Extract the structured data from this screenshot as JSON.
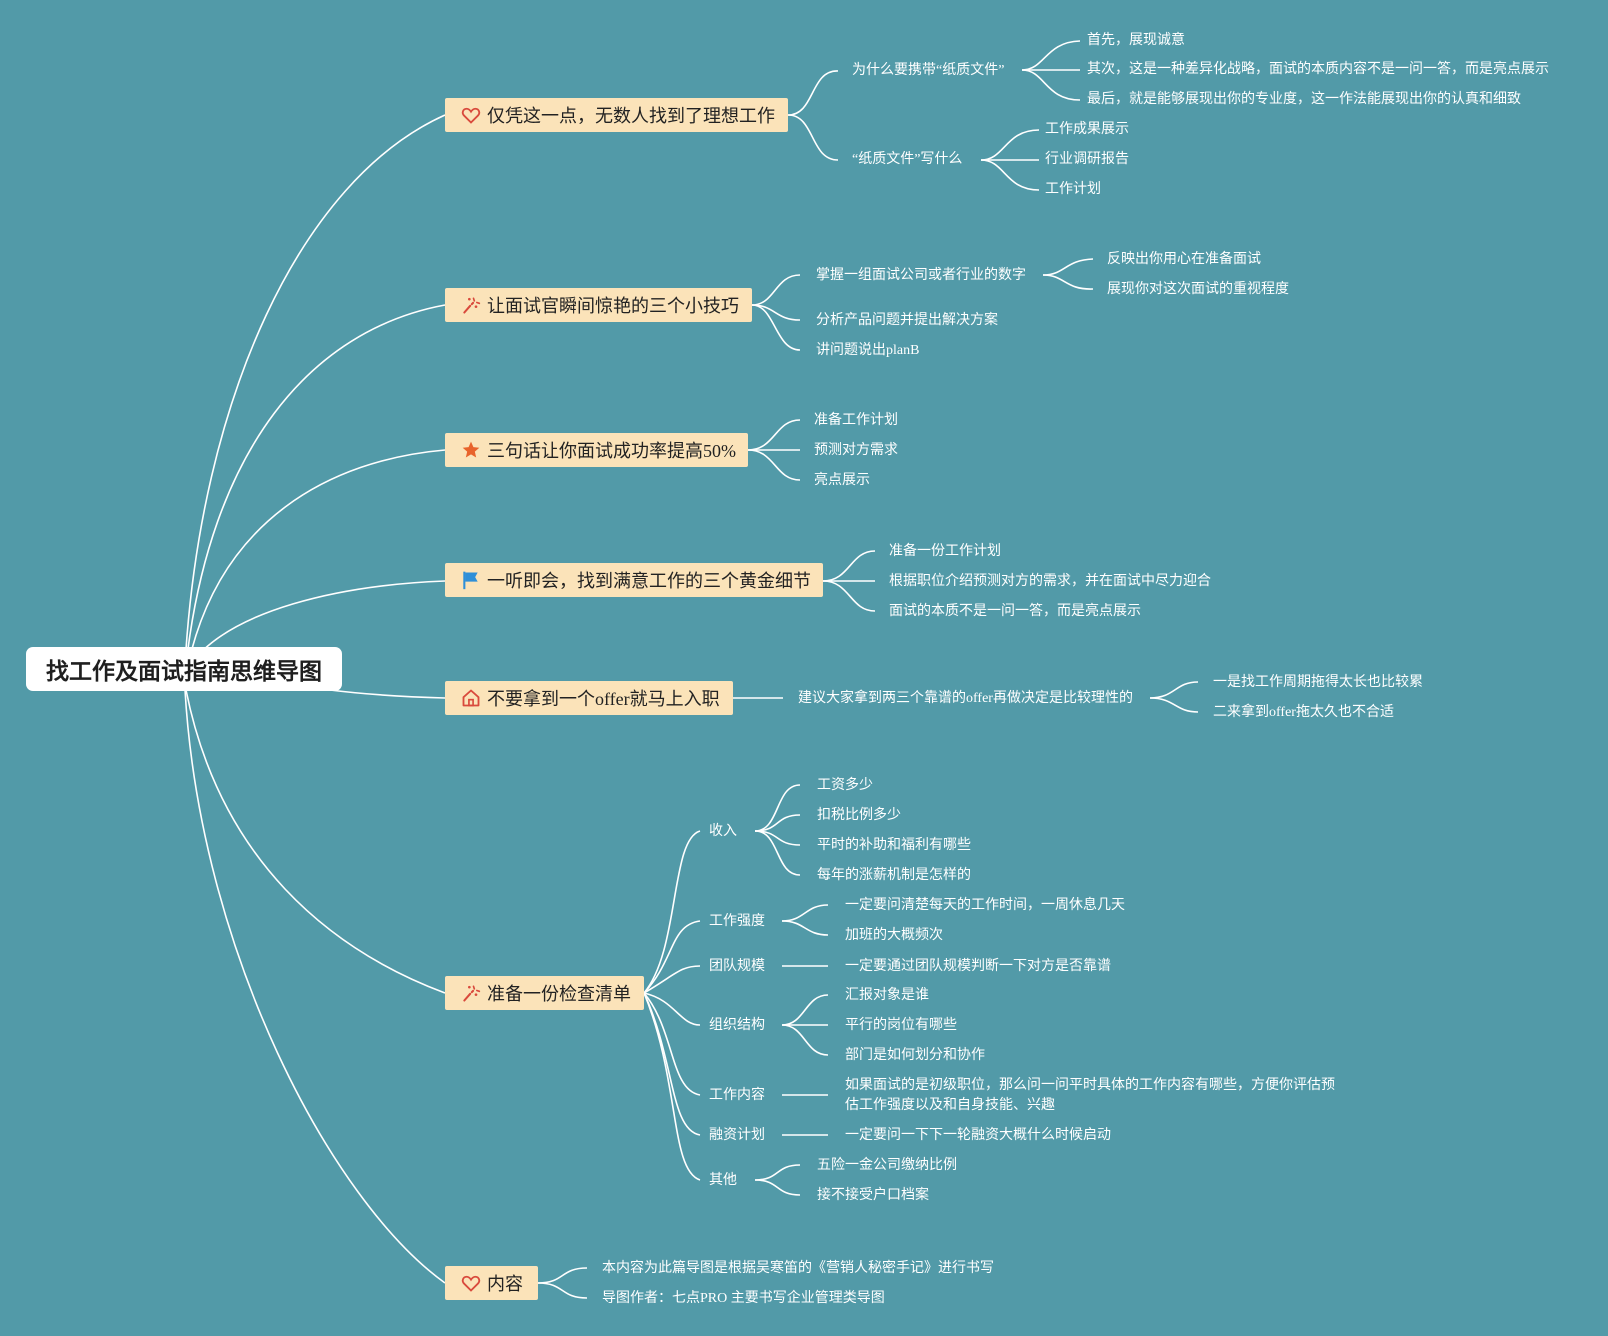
{
  "root": {
    "title": "找工作及面试指南思维导图"
  },
  "branches": [
    {
      "label": "仅凭这一点，无数人找到了理想工作",
      "icon": "heart-icon"
    },
    {
      "label": "让面试官瞬间惊艳的三个小技巧",
      "icon": "party-popper-icon"
    },
    {
      "label": "三句话让你面试成功率提高50%",
      "icon": "star-icon"
    },
    {
      "label": "一听即会，找到满意工作的三个黄金细节",
      "icon": "flag-icon"
    },
    {
      "label": "不要拿到一个offer就马上入职",
      "icon": "home-icon"
    },
    {
      "label": "准备一份检查清单",
      "icon": "party-popper-icon"
    },
    {
      "label": "内容",
      "icon": "heart-icon"
    }
  ],
  "b1": {
    "sub1": {
      "label": "为什么要携带“纸质文件”",
      "items": [
        "首先，展现诚意",
        "其次，这是一种差异化战略，面试的本质内容不是一问一答，而是亮点展示",
        "最后，就是能够展现出你的专业度，这一作法能展现出你的认真和细致"
      ]
    },
    "sub2": {
      "label": "“纸质文件”写什么",
      "items": [
        "工作成果展示",
        "行业调研报告",
        "工作计划"
      ]
    }
  },
  "b2": {
    "sub1": {
      "label": "掌握一组面试公司或者行业的数字",
      "items": [
        "反映出你用心在准备面试",
        "展现你对这次面试的重视程度"
      ]
    },
    "sub2": {
      "label": "分析产品问题并提出解决方案"
    },
    "sub3": {
      "label": "讲问题说出planB"
    }
  },
  "b3": {
    "items": [
      "准备工作计划",
      "预测对方需求",
      "亮点展示"
    ]
  },
  "b4": {
    "items": [
      "准备一份工作计划",
      "根据职位介绍预测对方的需求，并在面试中尽力迎合",
      "面试的本质不是一问一答，而是亮点展示"
    ]
  },
  "b5": {
    "sub1": {
      "label": "建议大家拿到两三个靠谱的offer再做决定是比较理性的",
      "items": [
        "一是找工作周期拖得太长也比较累",
        "二来拿到offer拖太久也不合适"
      ]
    }
  },
  "b6": {
    "income": {
      "label": "收入",
      "items": [
        "工资多少",
        "扣税比例多少",
        "平时的补助和福利有哪些",
        "每年的涨薪机制是怎样的"
      ]
    },
    "intensity": {
      "label": "工作强度",
      "items": [
        "一定要问清楚每天的工作时间，一周休息几天",
        "加班的大概频次"
      ]
    },
    "team": {
      "label": "团队规模",
      "items": [
        "一定要通过团队规模判断一下对方是否靠谱"
      ]
    },
    "org": {
      "label": "组织结构",
      "items": [
        "汇报对象是谁",
        "平行的岗位有哪些",
        "部门是如何划分和协作"
      ]
    },
    "content": {
      "label": "工作内容",
      "items": [
        "如果面试的是初级职位，那么问一问平时具体的工作内容有哪些，方便你评估预估工作强度以及和自身技能、兴趣"
      ]
    },
    "funding": {
      "label": "融资计划",
      "items": [
        "一定要问一下下一轮融资大概什么时候启动"
      ]
    },
    "other": {
      "label": "其他",
      "items": [
        "五险一金公司缴纳比例",
        "接不接受户口档案"
      ]
    }
  },
  "b7": {
    "items": [
      "本内容为此篇导图是根据吴寒笛的《营销人秘密手记》进行书写",
      "导图作者：七点PRO 主要书写企业管理类导图"
    ]
  },
  "colors": {
    "background": "#529aa8",
    "branch_fill": "#fbe3b9",
    "icon_red": "#d94a3c",
    "icon_orange": "#e8632b",
    "icon_blue": "#2f8fd8"
  }
}
